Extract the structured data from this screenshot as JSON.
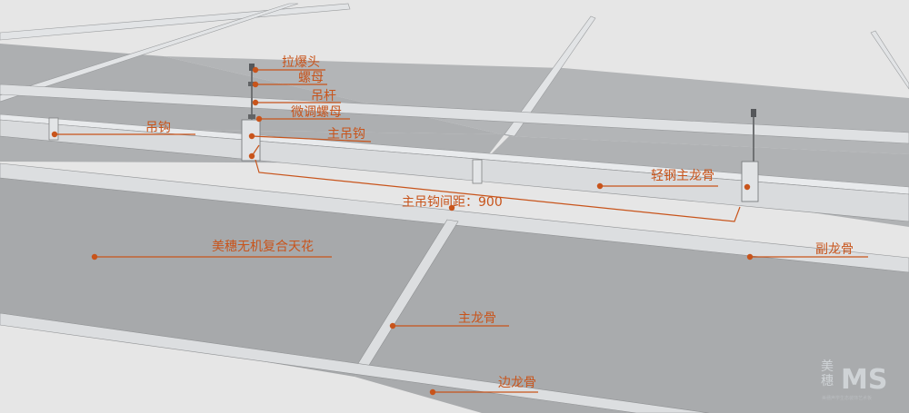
{
  "labels": {
    "pull_bolt": "拉爆头",
    "nut": "螺母",
    "rod": "吊杆",
    "adjust_nut": "微调螺母",
    "hanger": "吊钩",
    "main_hook": "主吊钩",
    "light_steel_main_keel": "轻钢主龙骨",
    "hook_spacing": "主吊钩间距：900",
    "panel": "美穗无机复合天花",
    "sub_keel": "副龙骨",
    "main_keel": "主龙骨",
    "edge_keel": "边龙骨"
  },
  "watermark": {
    "brand_cn": "美穗",
    "logo_letters": "MS",
    "tagline": "美穗声学生态装饰艺术板"
  },
  "colors": {
    "annotation": "#c8541b",
    "panel": "#a9abad",
    "rail": "#dfe1e3",
    "background": "#e6e6e6"
  }
}
